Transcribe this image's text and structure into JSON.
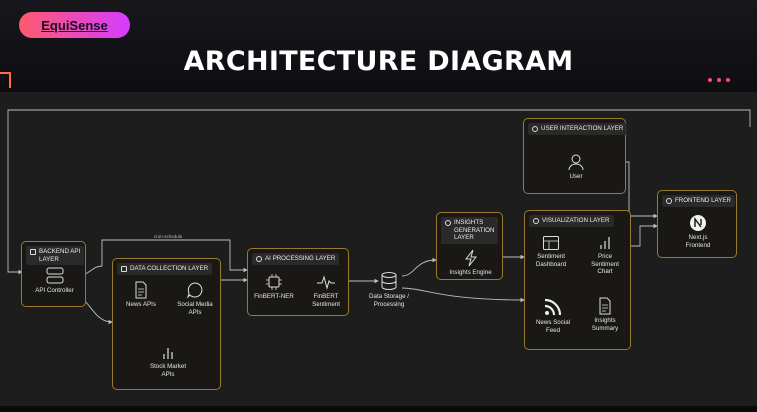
{
  "brand": "EquiSense",
  "title": "ARCHITECTURE DIAGRAM",
  "layers": {
    "backend": {
      "title_l1": "BACKEND API",
      "title_l2": "LAYER",
      "nodes": {
        "api_controller": "API Controller"
      }
    },
    "data_collection": {
      "title": "DATA COLLECTION LAYER",
      "nodes": {
        "news_apis": "News APIs",
        "social_l1": "Social Media",
        "social_l2": "APIs",
        "stock_l1": "Stock Market",
        "stock_l2": "APIs"
      }
    },
    "ai_processing": {
      "title": "AI PROCESSING LAYER",
      "nodes": {
        "ner": "FinBERT-NER",
        "sent_l1": "FinBERT",
        "sent_l2": "Sentiment"
      }
    },
    "storage": {
      "label_l1": "Data Storage /",
      "label_l2": "Processing"
    },
    "insights": {
      "title_l1": "INSIGHTS",
      "title_l2": "GENERATION",
      "title_l3": "LAYER",
      "nodes": {
        "engine": "Insights Engine"
      }
    },
    "visualization": {
      "title": "VISUALIZATION LAYER",
      "nodes": {
        "dash_l1": "Sentiment",
        "dash_l2": "Dashboard",
        "price_l1": "Price",
        "price_l2": "Sentiment",
        "price_l3": "Chart",
        "feed_l1": "News Social",
        "feed_l2": "Feed",
        "summary_l1": "Insights",
        "summary_l2": "Summary"
      }
    },
    "user_interaction": {
      "title": "USER INTERACTION LAYER",
      "nodes": {
        "user": "User"
      }
    },
    "frontend": {
      "title": "FRONTEND LAYER",
      "nodes": {
        "nextjs_l1": "Next.js",
        "nextjs_l2": "Frontend"
      }
    }
  },
  "edge_label": "cron-schedule",
  "colors": {
    "box_border": "#9a7a2c",
    "wire": "#bdbdbd",
    "accent": "#ff4a78"
  },
  "icons": [
    "api-icon",
    "document-icon",
    "chat-bubble-icon",
    "bar-chart-icon",
    "chip-icon",
    "waveform-icon",
    "database-icon",
    "lightning-icon",
    "dashboard-icon",
    "rss-icon",
    "user-icon",
    "nextjs-icon"
  ]
}
